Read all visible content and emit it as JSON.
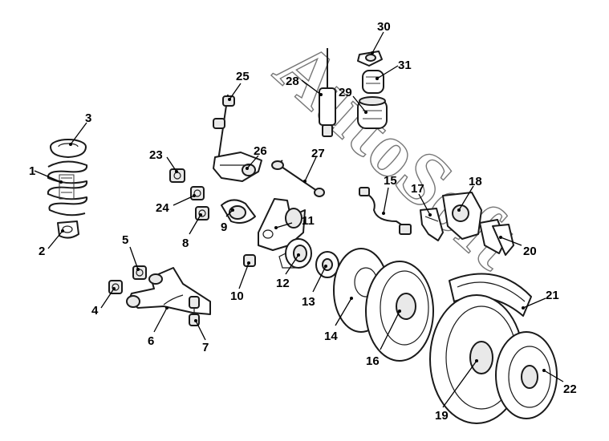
{
  "watermark": "AutoSoft",
  "callouts": [
    {
      "id": "1",
      "text": "1"
    },
    {
      "id": "2",
      "text": "2"
    },
    {
      "id": "3",
      "text": "3"
    },
    {
      "id": "4",
      "text": "4"
    },
    {
      "id": "5",
      "text": "5"
    },
    {
      "id": "6",
      "text": "6"
    },
    {
      "id": "7",
      "text": "7"
    },
    {
      "id": "8",
      "text": "8"
    },
    {
      "id": "9",
      "text": "9"
    },
    {
      "id": "10",
      "text": "10"
    },
    {
      "id": "11",
      "text": "11"
    },
    {
      "id": "12",
      "text": "12"
    },
    {
      "id": "13",
      "text": "13"
    },
    {
      "id": "14",
      "text": "14"
    },
    {
      "id": "15",
      "text": "15"
    },
    {
      "id": "16",
      "text": "16"
    },
    {
      "id": "17",
      "text": "17"
    },
    {
      "id": "18",
      "text": "18"
    },
    {
      "id": "19",
      "text": "19"
    },
    {
      "id": "20",
      "text": "20"
    },
    {
      "id": "21",
      "text": "21"
    },
    {
      "id": "22",
      "text": "22"
    },
    {
      "id": "23",
      "text": "23"
    },
    {
      "id": "24",
      "text": "24"
    },
    {
      "id": "25",
      "text": "25"
    },
    {
      "id": "26",
      "text": "26"
    },
    {
      "id": "27",
      "text": "27"
    },
    {
      "id": "28",
      "text": "28"
    },
    {
      "id": "29",
      "text": "29"
    },
    {
      "id": "30",
      "text": "30"
    },
    {
      "id": "31",
      "text": "31"
    }
  ]
}
